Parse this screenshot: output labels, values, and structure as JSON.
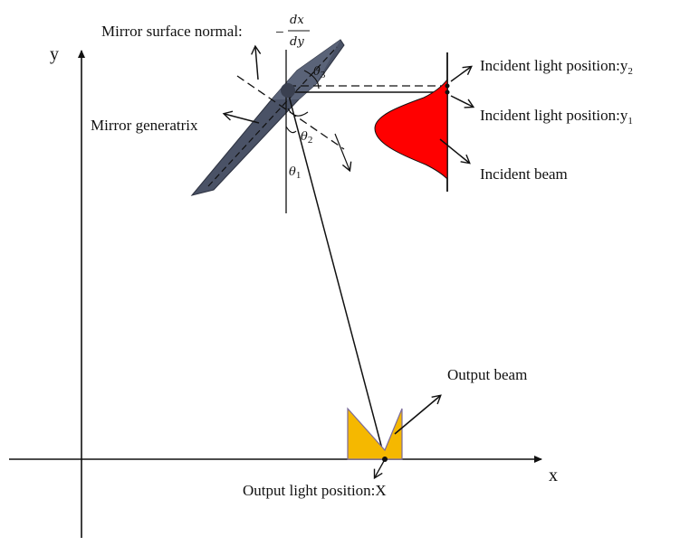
{
  "axes": {
    "x_label": "x",
    "y_label": "y"
  },
  "labels": {
    "mirror_normal": "Mirror surface normal:",
    "normal_minus": "−",
    "normal_num": "dx",
    "normal_den": "dy",
    "mirror_generatrix": "Mirror generatrix",
    "incident_y2": "Incident light position:y",
    "incident_y2_sub": "2",
    "incident_y1": "Incident light position:y",
    "incident_y1_sub": "1",
    "incident_beam": "Incident beam",
    "output_beam": "Output beam",
    "output_position": "Output light position:X",
    "theta1": "θ",
    "theta1_sub": "1",
    "theta2": "θ",
    "theta2_sub": "2",
    "theta3": "θ",
    "theta3_sub": "3"
  },
  "colors": {
    "incident_beam": "#ff0000",
    "output_beam": "#f5b800",
    "mirror": "#4a5266",
    "axis": "#111111"
  }
}
